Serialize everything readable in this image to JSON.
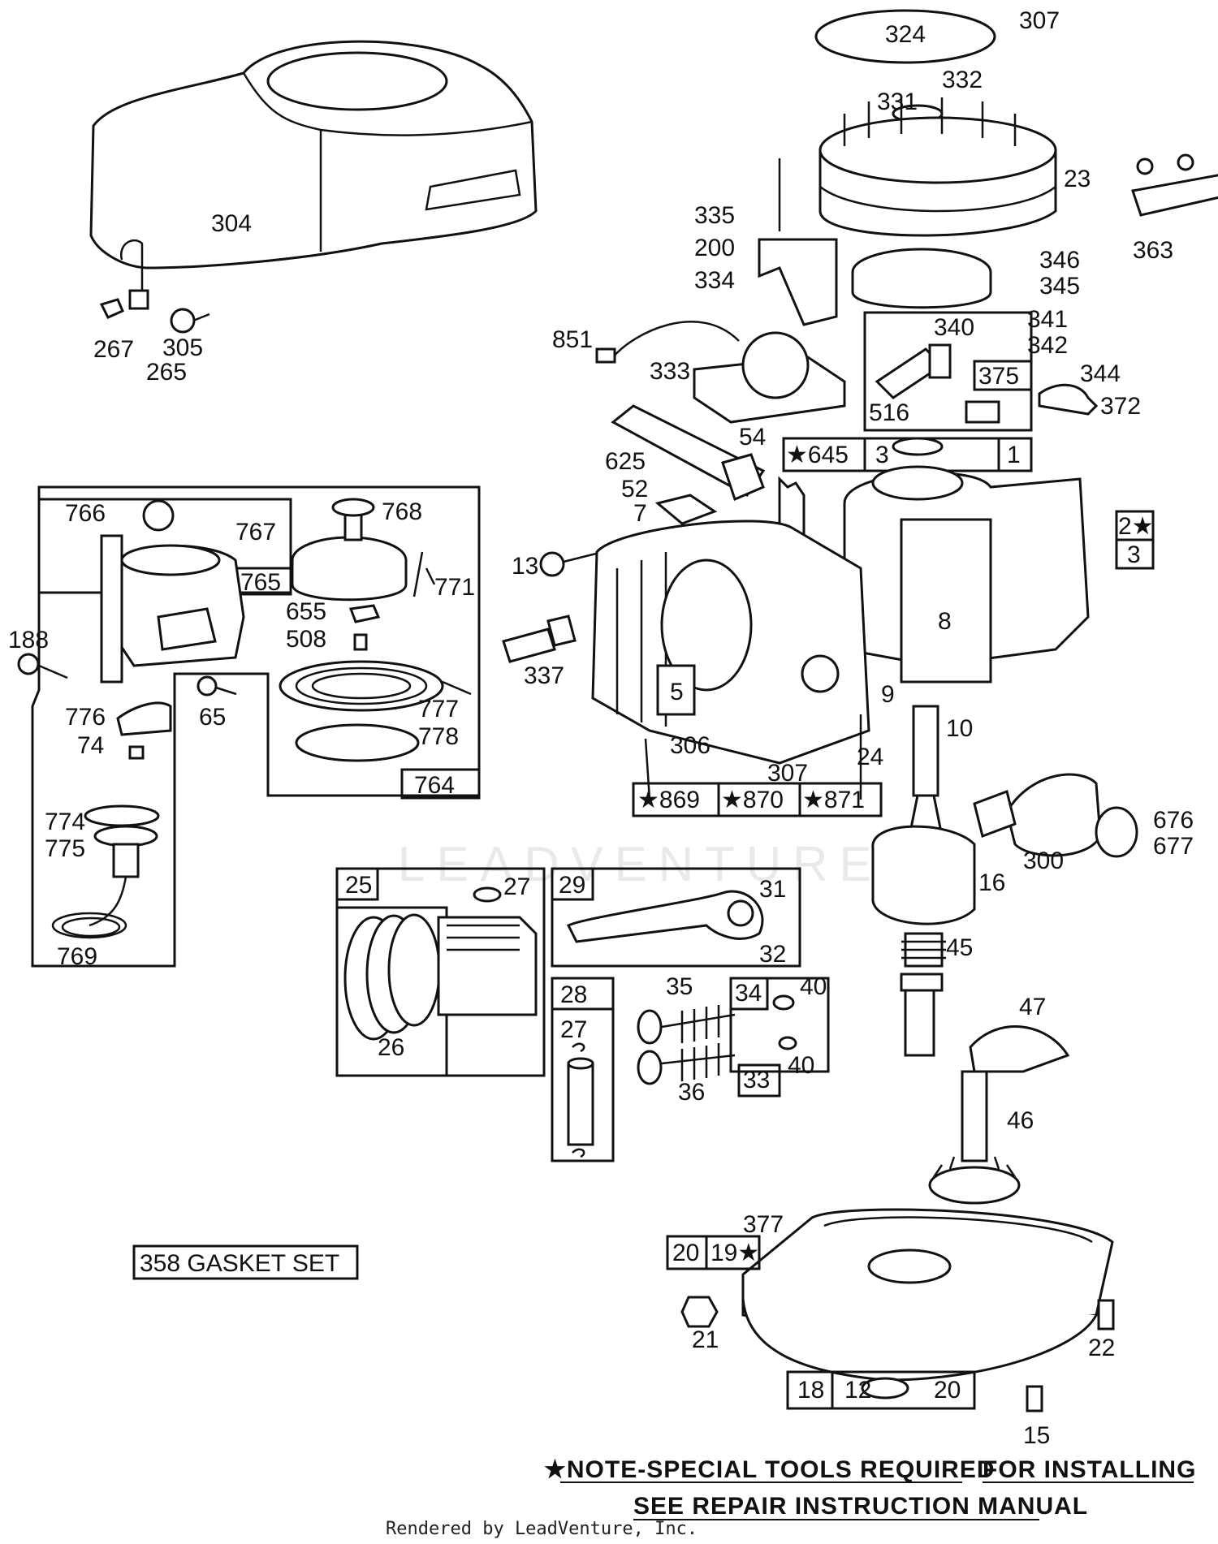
{
  "labels": {
    "l304": "304",
    "l267": "267",
    "l305": "305",
    "l265": "265",
    "l324": "324",
    "l307a": "307",
    "l332": "332",
    "l331": "331",
    "l23": "23",
    "l363": "363",
    "l335": "335",
    "l200": "200",
    "l334": "334",
    "l851": "851",
    "l333": "333",
    "l346": "346",
    "l345": "345",
    "l340": "340",
    "l341": "341",
    "l342": "342",
    "l375": "375",
    "l344": "344",
    "l516": "516",
    "l372": "372",
    "l54": "54",
    "l645": "★645",
    "l3a": "3",
    "l1": "1",
    "l625": "625",
    "l52": "52",
    "l7": "7",
    "l2": "2★",
    "l3b": "3",
    "l13": "13",
    "l8": "8",
    "l337": "337",
    "l5": "5",
    "l9": "9",
    "l10": "10",
    "l306": "306",
    "l307b": "307",
    "l24": "24",
    "l869": "★869",
    "l870": "★870",
    "l871": "★871",
    "l676": "676",
    "l677": "677",
    "l300": "300",
    "l16": "16",
    "l45": "45",
    "l766": "766",
    "l767": "767",
    "l768": "768",
    "l765": "765",
    "l771": "771",
    "l655": "655",
    "l508": "508",
    "l188": "188",
    "l65": "65",
    "l776": "776",
    "l74": "74",
    "l777": "777",
    "l778": "778",
    "l764": "764",
    "l774": "774",
    "l775": "775",
    "l769": "769",
    "l25": "25",
    "l27a": "27",
    "l26": "26",
    "l29": "29",
    "l31": "31",
    "l32": "32",
    "l28": "28",
    "l27b": "27",
    "l35": "35",
    "l34": "34",
    "l40a": "40",
    "l33": "33",
    "l40b": "40",
    "l36": "36",
    "l47": "47",
    "l46": "46",
    "l377": "377",
    "l20a": "20",
    "l19": "19★",
    "l21": "21",
    "l22": "22",
    "l18": "18",
    "l12": "12",
    "l20b": "20",
    "l15": "15",
    "gasket": "358 GASKET SET"
  },
  "note": {
    "line1a": "★NOTE-SPECIAL TOOLS REQUIRED",
    "line1b": "FOR INSTALLING",
    "line2": "SEE REPAIR INSTRUCTION MANUAL"
  },
  "credit": "Rendered by LeadVenture, Inc.",
  "watermark": "LEADVENTURE"
}
